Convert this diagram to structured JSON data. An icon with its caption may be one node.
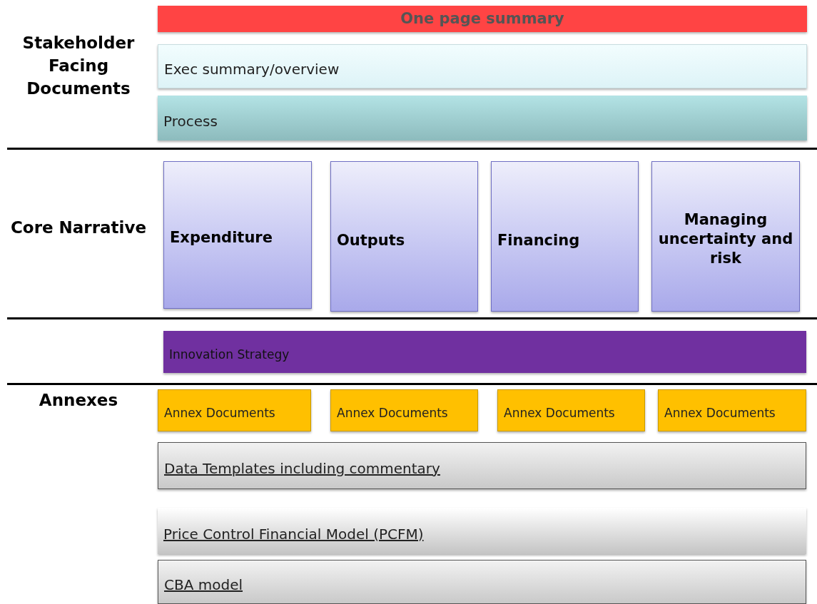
{
  "diagram": {
    "nodes": [
      {
        "text": [
          "One page summary"
        ]
      },
      {
        "text": [
          "Exec summary/overview"
        ]
      },
      {
        "text": [
          "Process"
        ]
      },
      {
        "text": [
          "Expenditure"
        ]
      },
      {
        "text": [
          "Outputs"
        ]
      },
      {
        "text": [
          "Financing"
        ]
      },
      {
        "text": [
          "Managing uncertainty and risk"
        ]
      },
      {
        "text": [
          "Innovation Strategy"
        ]
      },
      {
        "text": [
          "Annex Documents"
        ]
      },
      {
        "text": [
          "Annex Documents"
        ]
      },
      {
        "text": [
          "Annex Documents"
        ]
      },
      {
        "text": [
          "Annex Documents"
        ]
      },
      {
        "text": [
          "Data Templates including commentary"
        ]
      },
      {
        "text": [
          "Price Control Financial Model (PCFM)"
        ]
      },
      {
        "text": [
          "CBA model"
        ]
      }
    ],
    "labels": [
      "Stakeholder Facing Documents",
      "Core Narrative",
      "Annexes"
    ]
  }
}
